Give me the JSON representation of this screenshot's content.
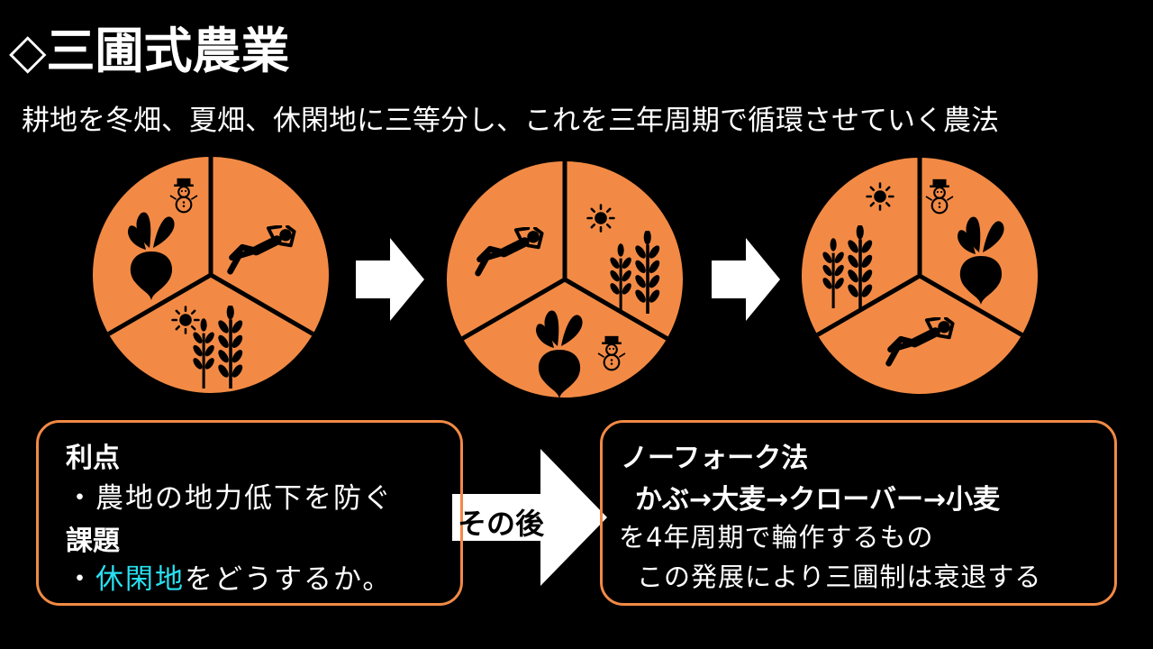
{
  "title": "◇三圃式農業",
  "subtitle": "耕地を冬畑、夏畑、休閑地に三等分し、これを三年周期で循環させていく農法",
  "colors": {
    "circle": "#f28a45",
    "icon": "#000000",
    "highlight": "#29e0f0",
    "border": "#f28a45"
  },
  "cycle": [
    {
      "stage": 1,
      "sections": {
        "top_left": [
          "snowman-icon",
          "turnip-icon"
        ],
        "right": [
          "resting-person-icon"
        ],
        "bottom": [
          "sun-icon",
          "wheat-icon"
        ]
      }
    },
    {
      "stage": 2,
      "sections": {
        "top_left": [
          "resting-person-icon"
        ],
        "right": [
          "sun-icon",
          "wheat-icon"
        ],
        "bottom": [
          "turnip-icon",
          "snowman-icon"
        ]
      }
    },
    {
      "stage": 3,
      "sections": {
        "top_left": [
          "sun-icon",
          "wheat-icon"
        ],
        "right": [
          "snowman-icon",
          "turnip-icon"
        ],
        "bottom": [
          "resting-person-icon"
        ]
      }
    }
  ],
  "left_box": {
    "merit_heading": "利点",
    "merit_text": "・農地の地力低下を防ぐ",
    "issue_heading": "課題",
    "issue_prefix": "・",
    "issue_highlight": "休閑地",
    "issue_suffix": "をどうするか。"
  },
  "arrow_label": "その後",
  "right_box": {
    "heading": "ノーフォーク法",
    "sequence": "かぶ→大麦→クローバー→小麦",
    "line3": "を4年周期で輪作するもの",
    "line4": "この発展により三圃制は衰退する"
  }
}
